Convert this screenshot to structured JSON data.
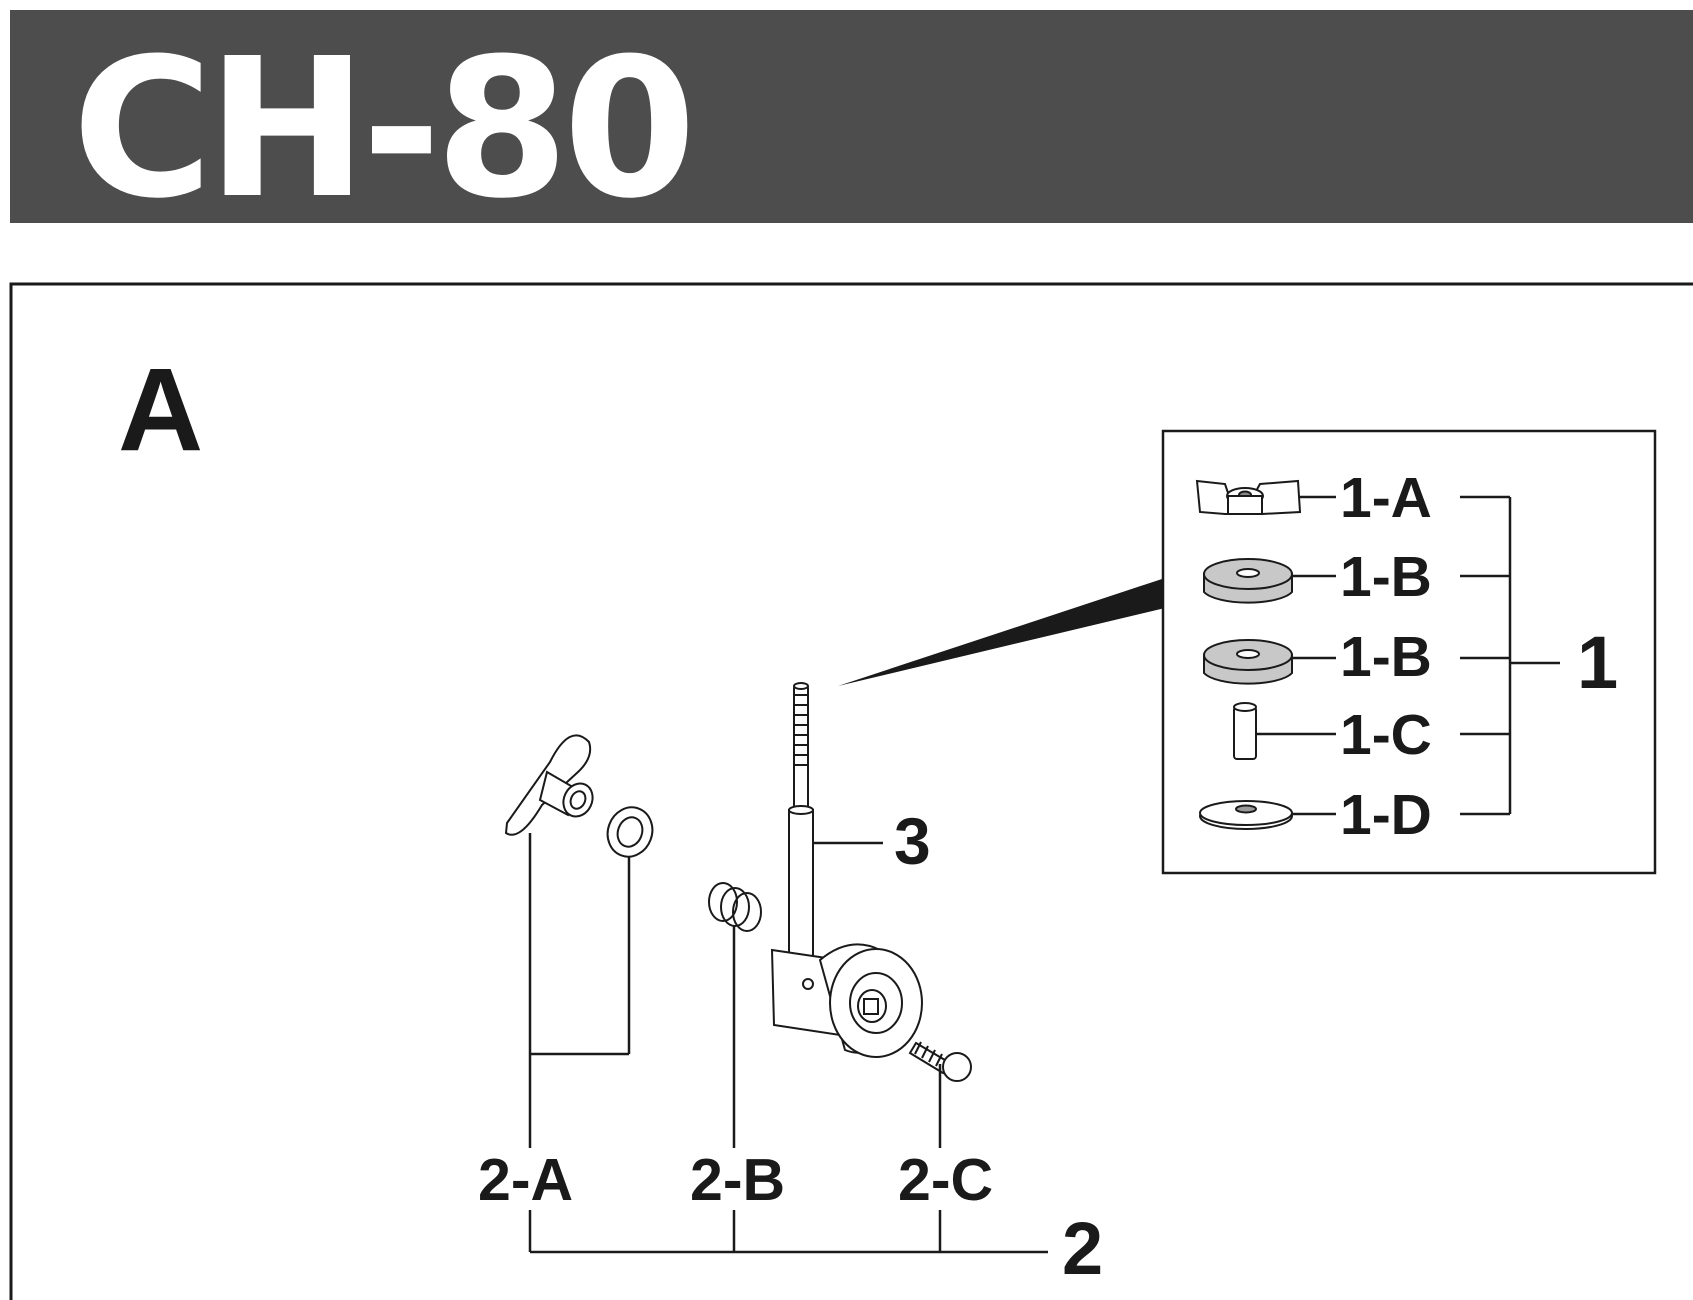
{
  "header": {
    "title": "CH-80",
    "bar_color": "#4d4d4d"
  },
  "figure": {
    "section_label": "A"
  },
  "parts": {
    "p1a": "1-A",
    "p1b_top": "1-B",
    "p1b_bottom": "1-B",
    "p1c": "1-C",
    "p1d": "1-D",
    "p1": "1",
    "p2a": "2-A",
    "p2b": "2-B",
    "p2c": "2-C",
    "p2": "2",
    "p3": "3"
  },
  "colors": {
    "rubber": "#c8c8c8",
    "line": "#1a1a1a"
  }
}
